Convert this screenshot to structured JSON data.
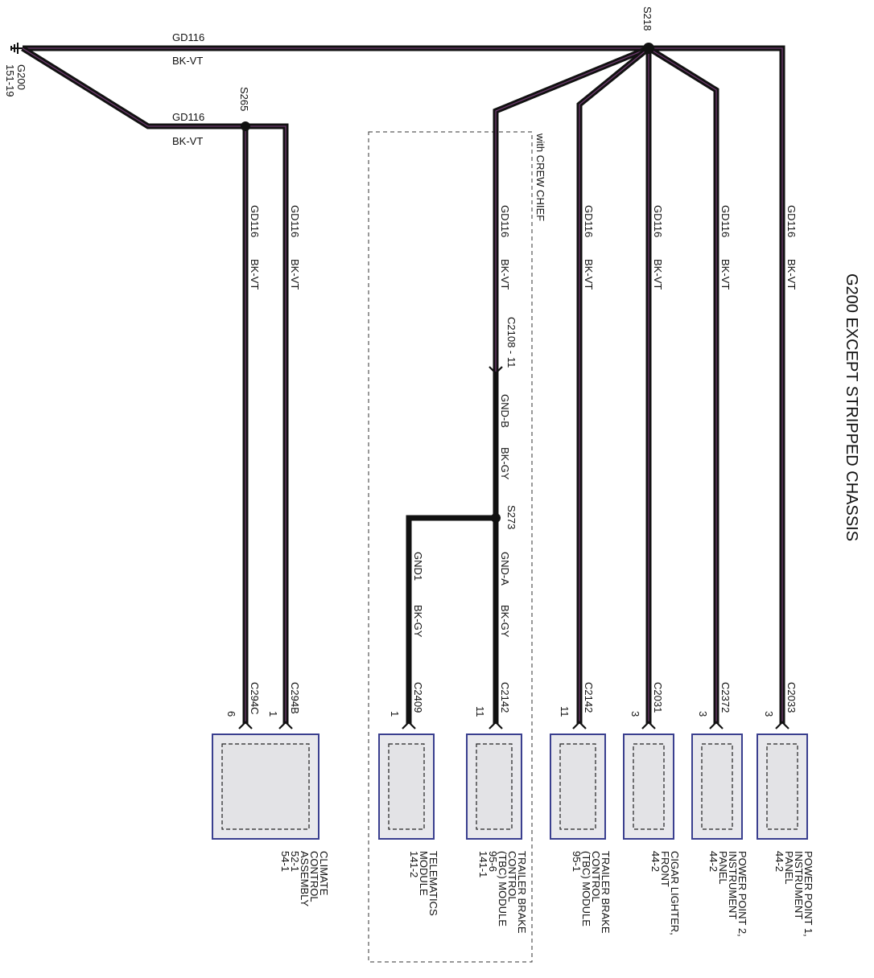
{
  "title": "G200 EXCEPT STRIPPED CHASSIS",
  "ground": {
    "name": "G200",
    "ref": "151-19"
  },
  "splices": {
    "s218": "S218",
    "s265": "S265",
    "s273": "S273"
  },
  "wire_labels": {
    "top_circuit": "GD116",
    "top_color": "BK-VT",
    "s265_circuit": "GD116",
    "s265_color": "BK-VT",
    "climate_c_circuit": "GD116",
    "climate_c_color": "BK-VT",
    "climate_b_circuit": "GD116",
    "climate_b_color": "BK-VT",
    "tbc1_circuit": "GD116",
    "tbc1_color": "BK-VT",
    "tbc1_inline": "C2108 - 11",
    "tbc1_mid_circuit": "GND-B",
    "tbc1_mid_color": "BK-GY",
    "tbc1_low_circuit": "GND-A",
    "tbc1_low_color": "BK-GY",
    "tel_circuit": "GND1",
    "tel_color": "BK-GY",
    "tbc2_circuit": "GD116",
    "tbc2_color": "BK-VT",
    "cig_circuit": "GD116",
    "cig_color": "BK-VT",
    "pp2_circuit": "GD116",
    "pp2_color": "BK-VT",
    "pp1_circuit": "GD116",
    "pp1_color": "BK-VT"
  },
  "option_label": "with CREW CHIEF",
  "connectors": {
    "climate_c": {
      "pin": "6",
      "name": "C294C"
    },
    "climate_b": {
      "pin": "1",
      "name": "C294B"
    },
    "tel": {
      "pin": "1",
      "name": "C2409"
    },
    "tbc1": {
      "pin": "11",
      "name": "C2142"
    },
    "tbc2": {
      "pin": "11",
      "name": "C2142"
    },
    "cig": {
      "pin": "3",
      "name": "C2031"
    },
    "pp2": {
      "pin": "3",
      "name": "C2372"
    },
    "pp1": {
      "pin": "3",
      "name": "C2033"
    }
  },
  "modules": {
    "climate": [
      "CLIMATE",
      "CONTROL",
      "ASSEMBLY",
      "52-1",
      "54-1"
    ],
    "tel": [
      "TELEMATICS",
      "MODULE",
      "141-2"
    ],
    "tbc1": [
      "TRAILER BRAKE",
      "CONTROL",
      "(TBC) MODULE",
      "95-6",
      "141-1"
    ],
    "tbc2": [
      "TRAILER BRAKE",
      "CONTROL",
      "(TBC) MODULE",
      "95-1"
    ],
    "cig": [
      "CIGAR LIGHTER,",
      "FRONT",
      "44-2"
    ],
    "pp2": [
      "POWER POINT 2,",
      "INSTRUMENT",
      "PANEL",
      "44-2"
    ],
    "pp1": [
      "POWER POINT 1,",
      "INSTRUMENT",
      "PANEL",
      "44-2"
    ]
  }
}
